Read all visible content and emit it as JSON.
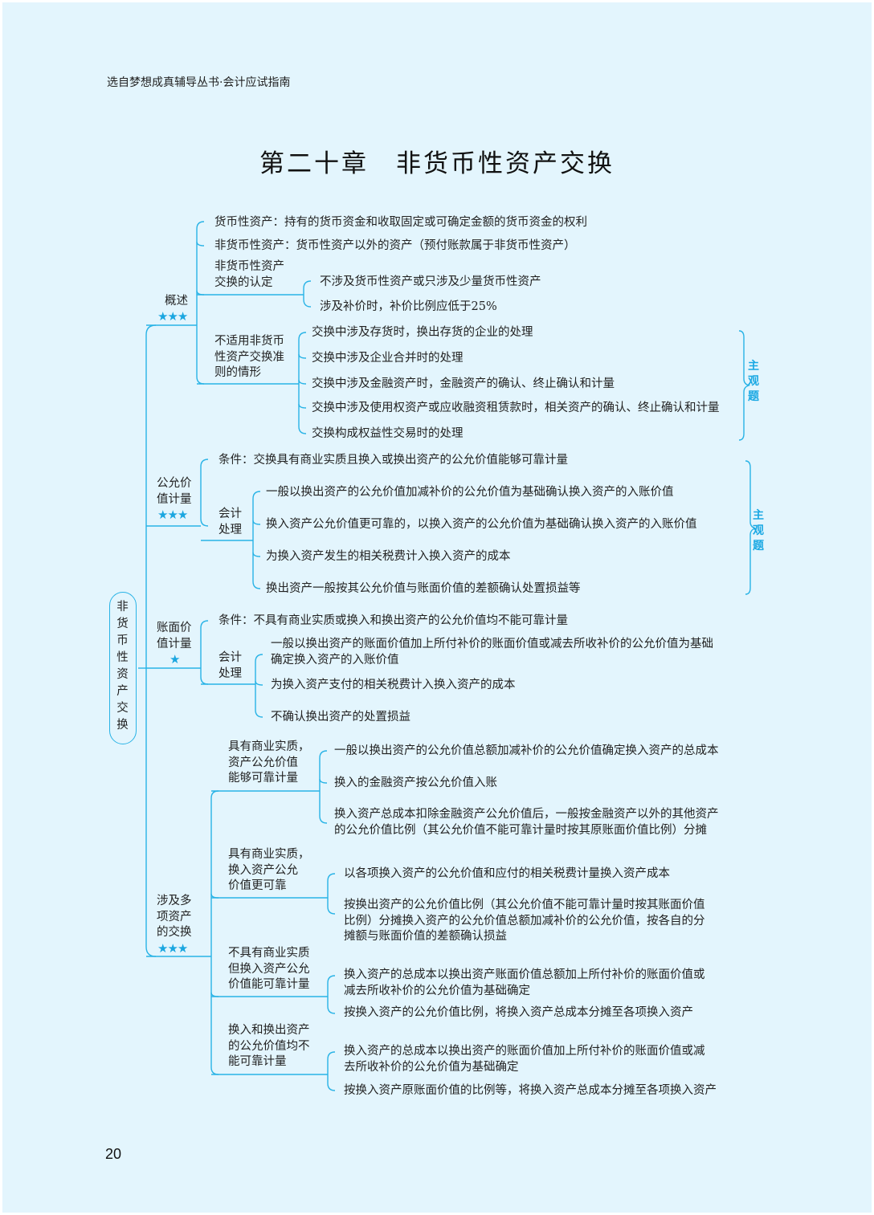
{
  "header": {
    "series": "选自梦想成真辅导丛书·会计应试指南"
  },
  "title": "第二十章　非货币性资产交换",
  "page_number": "20",
  "accent_color": "#29b3e6",
  "root": "非\n货\n币\n性\n资\n产\n交\n换",
  "tag_subjective": "主\n观\n题",
  "overview": {
    "label": "概述",
    "stars": "★★★",
    "items": [
      "货币性资产：持有的货币资金和收取固定或可确定金额的货币资金的权利",
      "非货币性资产：货币性资产以外的资产（预付账款属于非货币性资产）"
    ],
    "recognition": {
      "label": "非货币性资产\n交换的认定",
      "items": [
        "不涉及货币性资产或只涉及少量货币性资产",
        "涉及补价时，补价比例应低于25%"
      ]
    },
    "not_applicable": {
      "label": "不适用非货币\n性资产交换准\n则的情形",
      "items": [
        "交换中涉及存货时，换出存货的企业的处理",
        "交换中涉及企业合并时的处理",
        "交换中涉及金融资产时，金融资产的确认、终止确认和计量",
        "交换中涉及使用权资产或应收融资租赁款时，相关资产的确认、终止确认和计量",
        "交换构成权益性交易时的处理"
      ]
    }
  },
  "fair_value": {
    "label": "公允价\n值计量",
    "stars": "★★★",
    "condition": "条件：交换具有商业实质且换入或换出资产的公允价值能够可靠计量",
    "accounting": {
      "label": "会计\n处理",
      "items": [
        "一般以换出资产的公允价值加减补价的公允价值为基础确认换入资产的入账价值",
        "换入资产公允价值更可靠的，以换入资产的公允价值为基础确认换入资产的入账价值",
        "为换入资产发生的相关税费计入换入资产的成本",
        "换出资产一般按其公允价值与账面价值的差额确认处置损益等"
      ]
    }
  },
  "book_value": {
    "label": "账面价\n值计量",
    "stars": "★",
    "condition": "条件：不具有商业实质或换入和换出资产的公允价值均不能可靠计量",
    "accounting": {
      "label": "会计\n处理",
      "items": [
        "一般以换出资产的账面价值加上所付补价的账面价值或减去所收补价的公允价值为基础\n确定换入资产的入账价值",
        "为换入资产支付的相关税费计入换入资产的成本",
        "不确认换出资产的处置损益"
      ]
    }
  },
  "multiple": {
    "label": "涉及多\n项资产\n的交换",
    "stars": "★★★",
    "cases": [
      {
        "label": "具有商业实质，\n资产公允价值\n能够可靠计量",
        "items": [
          "一般以换出资产的公允价值总额加减补价的公允价值确定换入资产的总成本",
          "换入的金融资产按公允价值入账",
          "换入资产总成本扣除金融资产公允价值后，一般按金融资产以外的其他资产\n的公允价值比例（其公允价值不能可靠计量时按其原账面价值比例）分摊"
        ]
      },
      {
        "label": "具有商业实质，\n换入资产公允\n价值更可靠",
        "items": [
          "以各项换入资产的公允价值和应付的相关税费计量换入资产成本",
          "按换出资产的公允价值比例（其公允价值不能可靠计量时按其账面价值\n比例）分摊换入资产的公允价值总额加减补价的公允价值，按各自的分\n摊额与账面价值的差额确认损益"
        ]
      },
      {
        "label": "不具有商业实质\n但换入资产公允\n价值能可靠计量",
        "items": [
          "换入资产的总成本以换出资产账面价值总额加上所付补价的账面价值或\n减去所收补价的公允价值为基础确定",
          "按换入资产的公允价值比例，将换入资产总成本分摊至各项换入资产"
        ]
      },
      {
        "label": "换入和换出资产\n的公允价值均不\n能可靠计量",
        "items": [
          "换入资产的总成本以换出资产的账面价值加上所付补价的账面价值或减\n去所收补价的公允价值为基础确定",
          "按换入资产原账面价值的比例等，将换入资产总成本分摊至各项换入资产"
        ]
      }
    ]
  }
}
